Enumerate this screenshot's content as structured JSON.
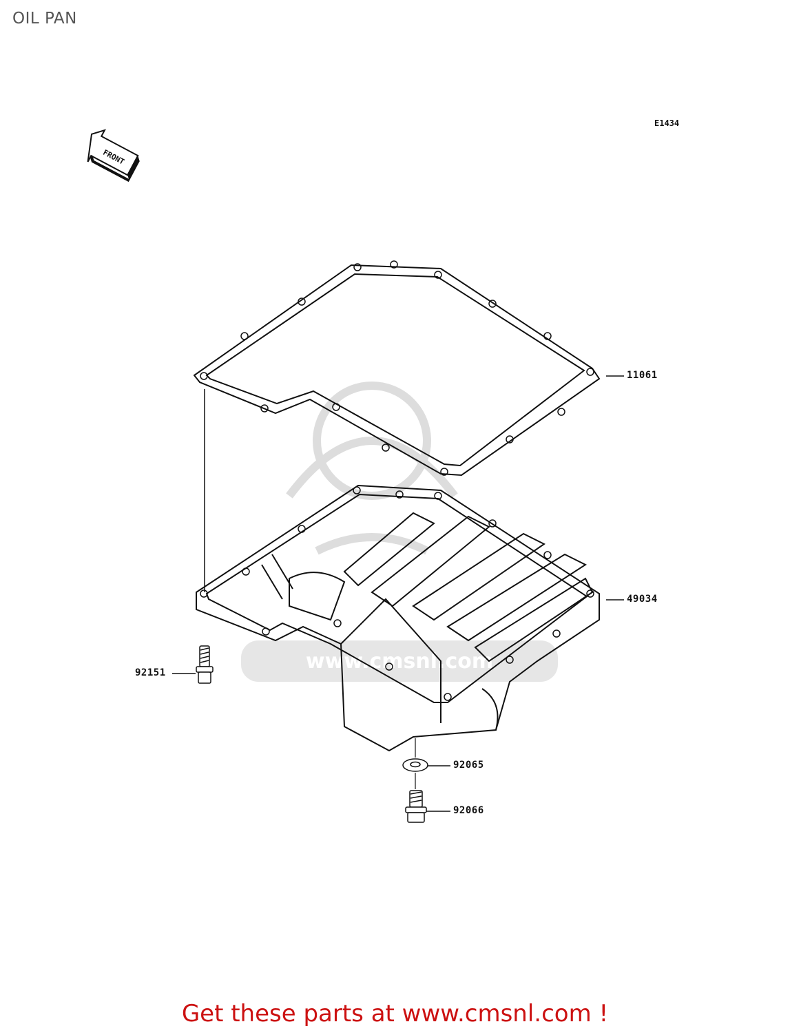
{
  "title": "OIL PAN",
  "diagram_code": "E1434",
  "front_label": "FRONT",
  "parts": [
    {
      "number": "11061"
    },
    {
      "number": "49034"
    },
    {
      "number": "92151"
    },
    {
      "number": "92065"
    },
    {
      "number": "92066"
    }
  ],
  "watermark": "www.cmsnl.com",
  "cta": "Get these parts at www.cmsnl.com !",
  "colors": {
    "line": "#111111",
    "cta": "#cc1111",
    "watermark": "#dddddd",
    "title": "#555555"
  }
}
